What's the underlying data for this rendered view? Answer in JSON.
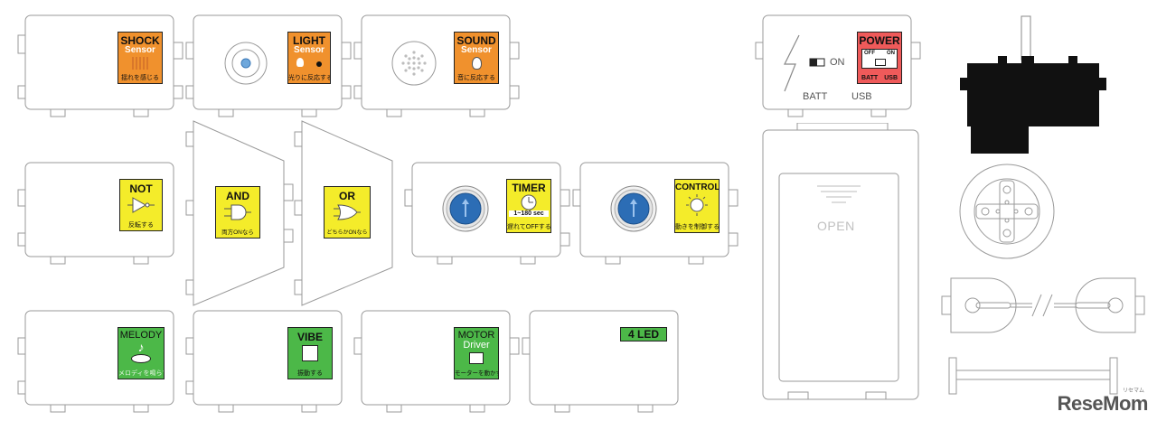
{
  "blocks": {
    "shock": {
      "title": "SHOCK",
      "sub": "Sensor",
      "caption": "揺れを感じる",
      "color": "#f0912d"
    },
    "light": {
      "title": "LIGHT",
      "sub": "Sensor",
      "caption": "光りに反応する",
      "color": "#f0912d"
    },
    "sound": {
      "title": "SOUND",
      "sub": "Sensor",
      "caption": "音に反応する",
      "color": "#f0912d"
    },
    "not": {
      "title": "NOT",
      "caption": "反転する",
      "color": "#f4ec2a"
    },
    "and": {
      "title": "AND",
      "caption": "両方ONなら",
      "color": "#f4ec2a"
    },
    "or": {
      "title": "OR",
      "caption": "どちらかONなら",
      "color": "#f4ec2a"
    },
    "timer": {
      "title": "TIMER",
      "range": "1~180 sec",
      "caption": "遅れてOFFする",
      "color": "#f4ec2a"
    },
    "control": {
      "title": "CONTROL",
      "caption": "動きを制御する",
      "color": "#f4ec2a"
    },
    "melody": {
      "title": "MELODY",
      "caption": "メロディを鳴らす",
      "color": "#4cb848"
    },
    "vibe": {
      "title": "VIBE",
      "caption": "振動する",
      "color": "#4cb848"
    },
    "motor": {
      "title": "MOTOR",
      "sub": "Driver",
      "caption": "モーターを動かす",
      "color": "#4cb848"
    },
    "led": {
      "title": "4 LED",
      "color": "#4cb848"
    },
    "power": {
      "title": "POWER",
      "off": "OFF",
      "on": "ON",
      "batt": "BATT",
      "usb": "USB",
      "color": "#ef5a5a"
    }
  },
  "power_block": {
    "switch_on_label": "ON",
    "batt_label": "BATT",
    "usb_label": "USB"
  },
  "battery_box": {
    "open_label": "OPEN"
  },
  "watermark": {
    "brand": "ReseMom",
    "small": "リセマム"
  }
}
